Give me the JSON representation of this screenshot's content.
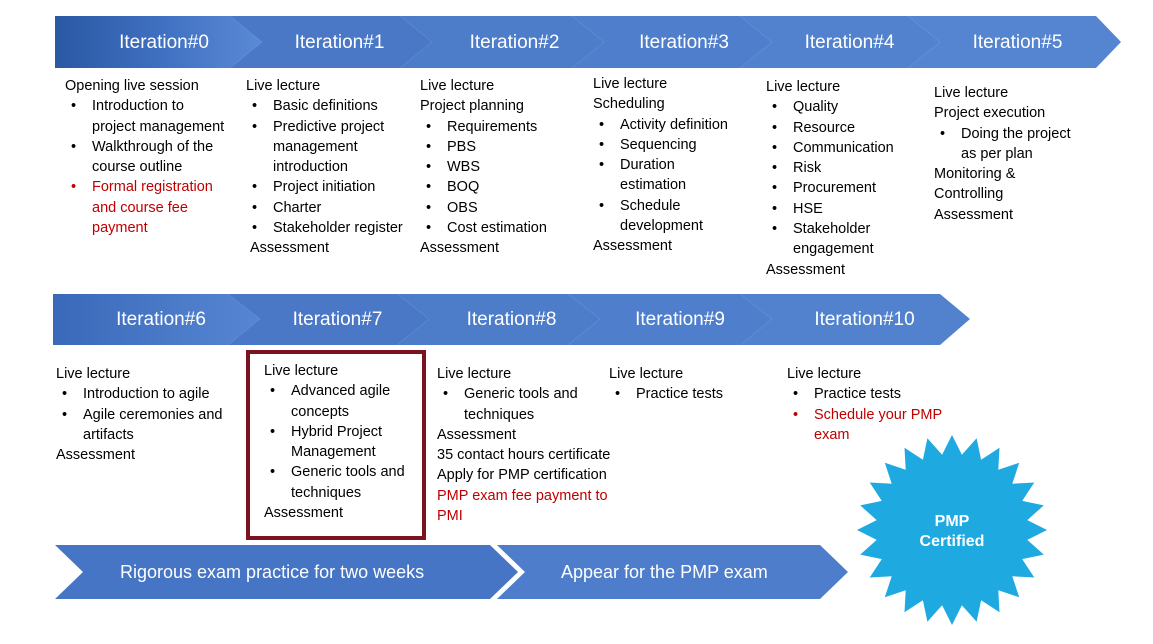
{
  "colors": {
    "chevron_dark": "#2e5da8",
    "chevron": "#4472c4",
    "chevron_light": "#5b8bd6",
    "highlight_border": "#7b1220",
    "red_text": "#c00000",
    "star": "#1fa9e1"
  },
  "row1": {
    "iterations": [
      "Iteration#0",
      "Iteration#1",
      "Iteration#2",
      "Iteration#3",
      "Iteration#4",
      "Iteration#5"
    ]
  },
  "row2": {
    "iterations": [
      "Iteration#6",
      "Iteration#7",
      "Iteration#8",
      "Iteration#9",
      "Iteration#10"
    ]
  },
  "columns": {
    "it0": {
      "intro": "Opening live session",
      "bullets": [
        "Introduction to project management",
        "Walkthrough of the course outline"
      ],
      "red_bullet": "Formal registration and course fee payment"
    },
    "it1": {
      "intro": "Live lecture",
      "bullets": [
        "Basic definitions",
        "Predictive project management introduction",
        "Project initiation",
        "Charter",
        "Stakeholder register"
      ],
      "outro": "Assessment"
    },
    "it2": {
      "intro": "Live lecture",
      "intro2": "Project planning",
      "bullets": [
        "Requirements",
        "PBS",
        "WBS",
        "BOQ",
        "OBS",
        "Cost estimation"
      ],
      "outro": "Assessment"
    },
    "it3": {
      "intro": "Live lecture",
      "intro2": "Scheduling",
      "bullets": [
        "Activity definition",
        "Sequencing",
        "Duration estimation",
        "Schedule development"
      ],
      "outro": "Assessment"
    },
    "it4": {
      "intro": "Live lecture",
      "bullets": [
        "Quality",
        "Resource",
        "Communication",
        "Risk",
        "Procurement",
        "HSE",
        "Stakeholder engagement"
      ],
      "outro": "Assessment"
    },
    "it5": {
      "intro": "Live lecture",
      "intro2": "Project execution",
      "bullets": [
        "Doing the project as per plan"
      ],
      "outro1": "Monitoring & Controlling",
      "outro2": "Assessment"
    },
    "it6": {
      "intro": "Live lecture",
      "bullets": [
        "Introduction to agile",
        "Agile ceremonies and artifacts"
      ],
      "outro": "Assessment"
    },
    "it7": {
      "intro": "Live lecture",
      "bullets": [
        "Advanced agile concepts",
        "Hybrid Project Management",
        "Generic tools and techniques"
      ],
      "outro": "Assessment"
    },
    "it8": {
      "intro": "Live lecture",
      "bullets": [
        "Generic tools and techniques"
      ],
      "outro1": "Assessment",
      "outro2": "35 contact hours certificate",
      "outro3": "Apply for PMP certification",
      "red_outro": "PMP exam fee payment to PMI"
    },
    "it9": {
      "intro": "Live lecture",
      "bullets": [
        "Practice tests"
      ]
    },
    "it10": {
      "intro": "Live lecture",
      "bullets": [
        "Practice tests"
      ],
      "red_bullet": "Schedule your PMP exam"
    }
  },
  "bottom": {
    "practice": "Rigorous exam practice for two weeks",
    "appear": "Appear for the PMP exam"
  },
  "badge": {
    "line1": "PMP",
    "line2": "Certified"
  }
}
